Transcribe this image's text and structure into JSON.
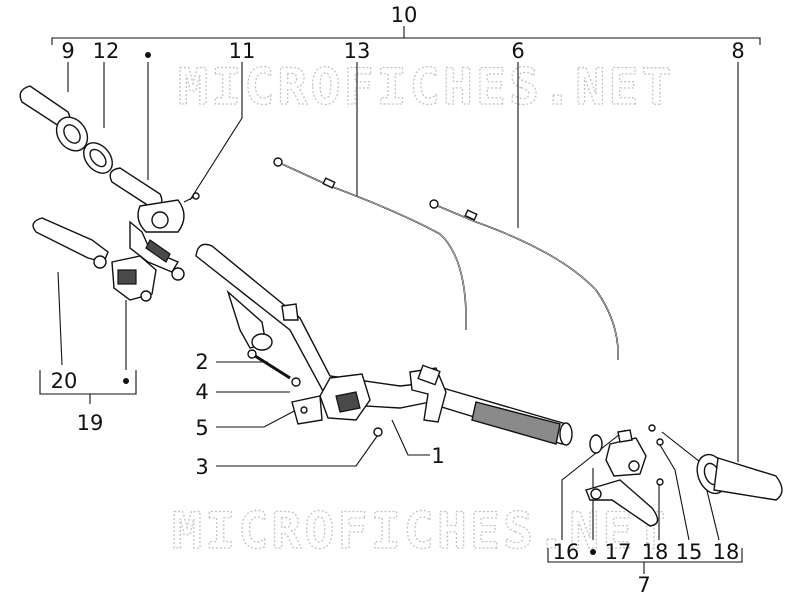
{
  "watermark": "MICROFICHES.NET",
  "colors": {
    "ink": "#111111",
    "watermark": "#c4c4c4",
    "background": "#ffffff"
  },
  "callouts": {
    "n10": "10",
    "n9": "9",
    "n12": "12",
    "n11": "11",
    "n13": "13",
    "n6": "6",
    "n8": "8",
    "n2": "2",
    "n4": "4",
    "n5": "5",
    "n3": "3",
    "n1": "1",
    "n20": "20",
    "n19": "19",
    "n16": "16",
    "n17": "17",
    "n18a": "18",
    "n15": "15",
    "n18b": "18",
    "n7": "7"
  }
}
